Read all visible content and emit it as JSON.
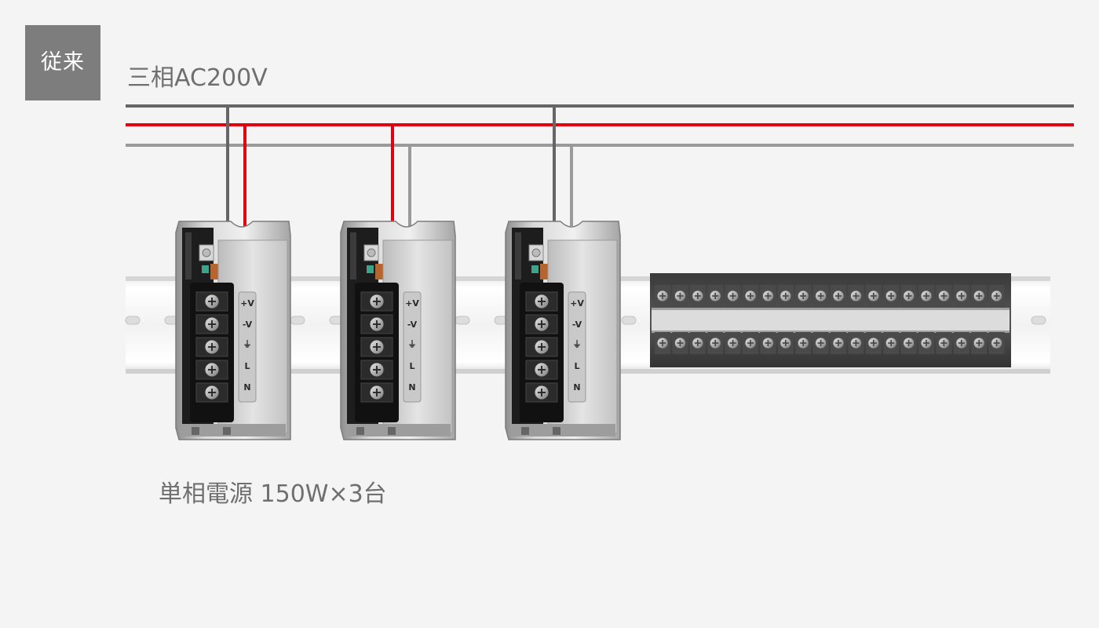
{
  "badge": {
    "label": "従来"
  },
  "supply": {
    "label": "三相AC200V"
  },
  "caption": {
    "label": "単相電源 150W×3台"
  },
  "psu": {
    "count": 3,
    "terminal_labels": [
      "+V",
      "-V",
      "⏚",
      "L",
      "N"
    ]
  },
  "colors": {
    "background": "#f4f4f4",
    "badge": "#7d7d7d",
    "line_dark": "#666666",
    "line_red": "#e0000f",
    "line_light": "#9a9a9a",
    "text": "#6f6f6f"
  },
  "terminal_block": {
    "positions_per_row": 20,
    "rows": 2
  }
}
